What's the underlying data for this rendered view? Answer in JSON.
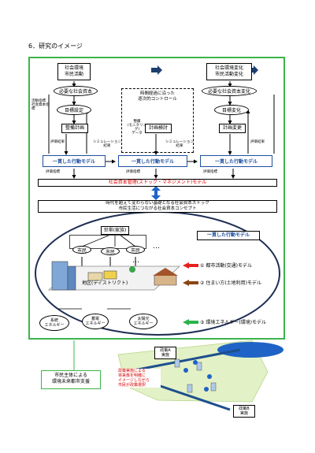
{
  "heading": "6．研究のイメージ",
  "top": {
    "left_status": "社会環境\n市民活動",
    "right_status": "社会環境変化\n市民活動変化",
    "left_need": "必要な社会資本",
    "right_need": "必要な社会資本変化",
    "left_goal": "目標設定",
    "right_goal": "目標変化",
    "left_plan": "整備計画",
    "mid_plan": "計画検討",
    "right_plan": "計画変更",
    "sequential_control": "時間経過に沿った\n逐次的コントロール",
    "monitoring": "整備\n(モニタリング)\nデータ",
    "left_side_small": "活動指標\n社会資本指標",
    "eval_labels": [
      "評価結果",
      "シミュレーション\n結果",
      "シミュレーション\n結果",
      "評価結果"
    ],
    "index_labels": [
      "評価指標",
      "評価指標",
      "評価指標"
    ],
    "models": [
      "一貫した行動モデル",
      "一貫した行動モデル",
      "一貫した行動モデル"
    ],
    "stock_bar": "社会資本管理(ストック・マネジメント)モデル",
    "concept": "時代を超えて変わらない基礎となる社会資本ストック\n市民生活につながる社会資本コンセプト"
  },
  "bottom": {
    "household": "世帯(家族)",
    "citizens": [
      "市民",
      "市民",
      "市民"
    ],
    "dots": "…",
    "consistent_model": "一貫した行動モデル",
    "district": "地区(ディストリクト)",
    "model_items": [
      {
        "num": "①",
        "text": "都市活動(交通)モデル",
        "color": "#e8201c"
      },
      {
        "num": "②",
        "text": "住まい方(土地利用)モデル",
        "color": "#8b4513"
      },
      {
        "num": "③",
        "text": "環境エネルギー(環境)モデル",
        "color": "#2db34a"
      }
    ],
    "energy": [
      "系統\nエネルギー",
      "蓄電\nエネルギー",
      "太陽光\nエネルギー"
    ]
  },
  "lower": {
    "callout": "市民主体による\n環境未来都市支援",
    "policy_a": "政策A\n実施",
    "policy_b": "政策B\n実施",
    "red_note": "政策実施による\n将来像を明確に\nイメージしながら\n市民が政策選択"
  }
}
